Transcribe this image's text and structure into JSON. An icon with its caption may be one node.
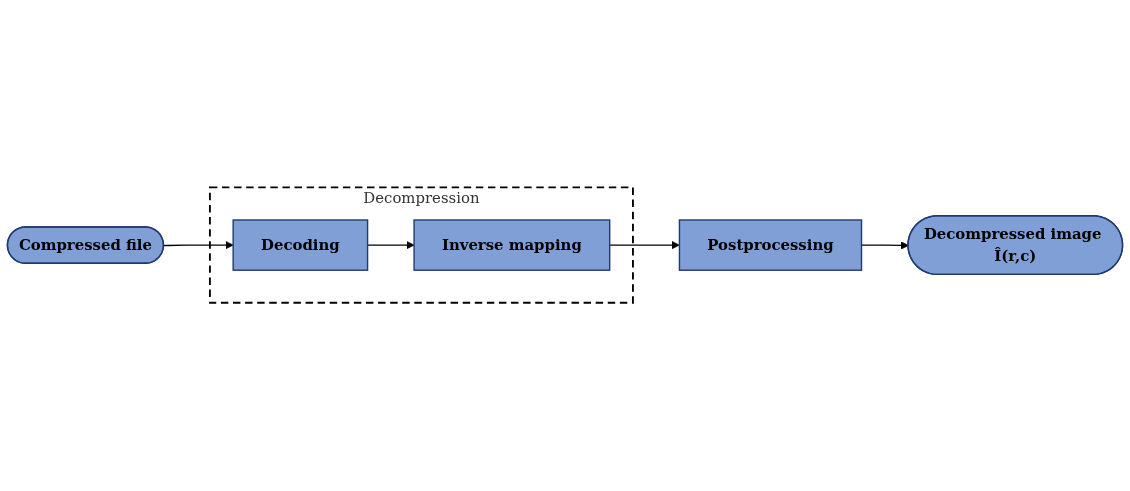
{
  "diagram": {
    "nodes": [
      {
        "text": [
          "Compressed file"
        ]
      },
      {
        "text": [
          "Decompression"
        ]
      },
      {
        "text": [
          "Decoding"
        ],
        "in": 1
      },
      {
        "text": [
          "Inverse mapping"
        ],
        "in": 1
      },
      {
        "text": [
          "Postprocessing"
        ]
      },
      {
        "text": [
          "Decompressed image Î(r,c)"
        ]
      }
    ],
    "edges": [
      {
        "from": 0,
        "to": 2,
        "arrow": "to"
      },
      {
        "from": 2,
        "to": 3,
        "arrow": "to"
      },
      {
        "from": 3,
        "to": 4,
        "arrow": "to"
      },
      {
        "from": 4,
        "to": 5,
        "arrow": "to"
      }
    ]
  }
}
